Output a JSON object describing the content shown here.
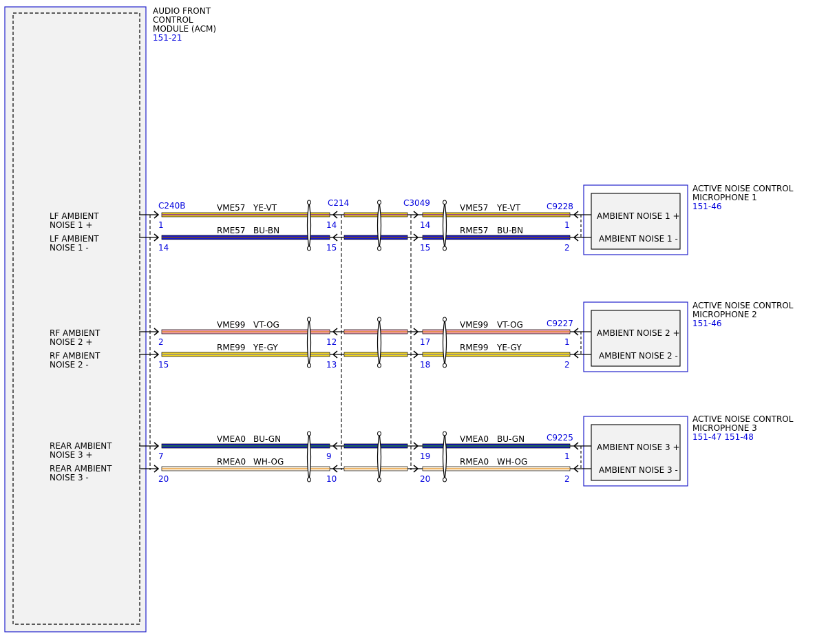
{
  "module": {
    "title_lines": [
      "AUDIO FRONT",
      "CONTROL",
      "MODULE (ACM)"
    ],
    "ref": "151-21"
  },
  "module_pins": [
    [
      "LF AMBIENT",
      "NOISE 1 +"
    ],
    [
      "LF AMBIENT",
      "NOISE 1 -"
    ],
    [
      "RF AMBIENT",
      "NOISE 2 +"
    ],
    [
      "RF AMBIENT",
      "NOISE 2 -"
    ],
    [
      "REAR AMBIENT",
      "NOISE 3 +"
    ],
    [
      "REAR AMBIENT",
      "NOISE 3 -"
    ]
  ],
  "connectors": {
    "module_connector": "C240B",
    "inline_a": "C214",
    "inline_b": "C3049"
  },
  "microphones": [
    {
      "title_lines": [
        "ACTIVE NOISE CONTROL",
        "MICROPHONE 1"
      ],
      "refs": "151-46",
      "connector": "C9228",
      "pins": [
        "AMBIENT NOISE 1 +",
        "AMBIENT NOISE 1 -"
      ]
    },
    {
      "title_lines": [
        "ACTIVE NOISE CONTROL",
        "MICROPHONE 2"
      ],
      "refs": "151-46",
      "connector": "C9227",
      "pins": [
        "AMBIENT NOISE 2 +",
        "AMBIENT NOISE 2 -"
      ]
    },
    {
      "title_lines": [
        "ACTIVE NOISE CONTROL",
        "MICROPHONE 3"
      ],
      "refs": "151-47  151-48",
      "connector": "C9225",
      "pins": [
        "AMBIENT NOISE 3 +",
        "AMBIENT NOISE 3 -"
      ]
    }
  ],
  "wires": [
    {
      "circuit": "VME57",
      "color_code": "YE-VT",
      "pins": [
        "1",
        "14",
        "14",
        "1"
      ],
      "base": "#f2d41e",
      "stripe": "#7a1fa0"
    },
    {
      "circuit": "RME57",
      "color_code": "BU-BN",
      "pins": [
        "14",
        "15",
        "15",
        "2"
      ],
      "base": "#1a1acc",
      "stripe": "#7a4a1a"
    },
    {
      "circuit": "VME99",
      "color_code": "VT-OG",
      "pins": [
        "2",
        "12",
        "17",
        "1"
      ],
      "base": "#f4a0b8",
      "stripe": "#e08a30"
    },
    {
      "circuit": "RME99",
      "color_code": "YE-GY",
      "pins": [
        "15",
        "13",
        "18",
        "2"
      ],
      "base": "#f2d41e",
      "stripe": "#8a8a8a"
    },
    {
      "circuit": "VMEA0",
      "color_code": "BU-GN",
      "pins": [
        "7",
        "9",
        "19",
        "1"
      ],
      "base": "#1a1acc",
      "stripe": "#208020"
    },
    {
      "circuit": "RMEA0",
      "color_code": "WH-OG",
      "pins": [
        "20",
        "10",
        "20",
        "2"
      ],
      "base": "#fff4e0",
      "stripe": "#e8a040"
    }
  ],
  "colors": {
    "label_blue": "#0000dd",
    "box_fill": "#f2f2f2",
    "box_border": "#2222cc"
  }
}
